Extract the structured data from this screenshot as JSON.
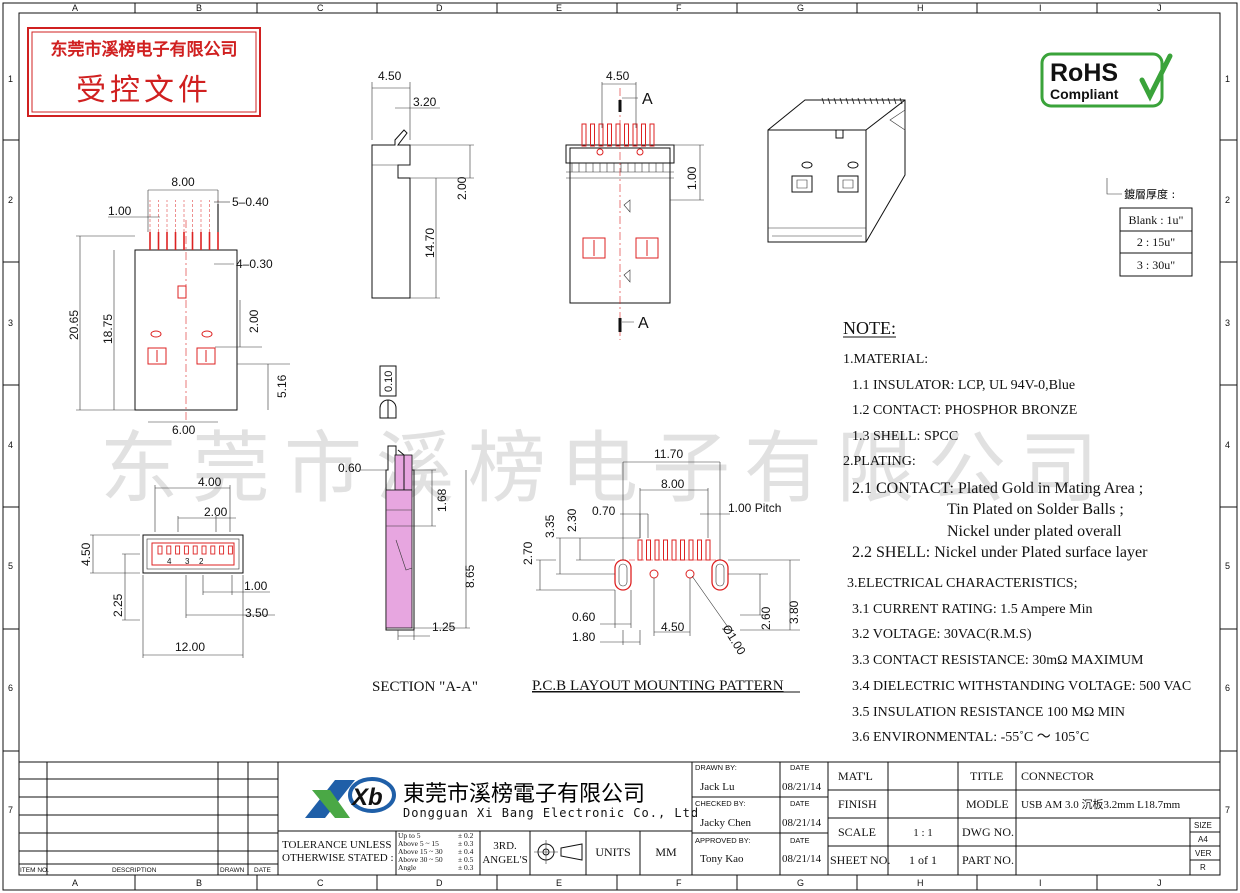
{
  "border": {
    "columns": [
      "A",
      "B",
      "C",
      "D",
      "E",
      "F",
      "G",
      "H",
      "I",
      "J"
    ],
    "rows": [
      "1",
      "2",
      "3",
      "4",
      "5",
      "6",
      "7"
    ]
  },
  "stamp": {
    "company": "东莞市溪榜电子有限公司",
    "text": "受控文件",
    "color": "#d02020"
  },
  "watermark": "东莞市溪榜电子有限公司",
  "rohs": {
    "line1": "RoHS",
    "line2": "Compliant",
    "color": "#3aa33a"
  },
  "plating_table": {
    "title": "鍍層厚度 :",
    "rows": [
      "Blank : 1u\"",
      "2 : 15u\"",
      "3 : 30u\""
    ]
  },
  "top_view": {
    "dims": [
      "8.00",
      "5–0.40",
      "1.00",
      "4–0.30",
      "20.65",
      "18.75",
      "2.00",
      "5.16",
      "6.00"
    ]
  },
  "side_view": {
    "dims": [
      "4.50",
      "3.20",
      "2.00",
      "14.70"
    ]
  },
  "front_top_view": {
    "dims": [
      "4.50",
      "1.00"
    ],
    "section_marks": [
      "A",
      "A"
    ]
  },
  "end_view": {
    "dims": [
      "4.00",
      "2.00",
      "4.50",
      "2.25",
      "1.00",
      "3.50",
      "12.00"
    ],
    "pin_labels": [
      "4",
      "3",
      "2"
    ]
  },
  "section": {
    "title": "SECTION \"A-A\"",
    "dims": [
      "0.10",
      "0.60",
      "1.68",
      "8.65",
      "1.25"
    ]
  },
  "pcb": {
    "title": "P.C.B LAYOUT MOUNTING PATTERN",
    "dims": [
      "11.70",
      "8.00",
      "1.00 Pitch",
      "0.70",
      "2.30",
      "3.35",
      "2.70",
      "0.60",
      "1.80",
      "4.50",
      "2.60",
      "3.80",
      "Ø1.00"
    ]
  },
  "notes": {
    "heading": "NOTE:",
    "lines": [
      "1.MATERIAL:",
      "1.1 INSULATOR: LCP, UL 94V-0,Blue",
      "1.2 CONTACT: PHOSPHOR BRONZE",
      "1.3 SHELL: SPCC",
      "2.PLATING:",
      "2.1 CONTACT: Plated Gold in Mating Area ;",
      "Tin Plated on Solder Balls ;",
      "Nickel under plated overall",
      "2.2 SHELL: Nickel under Plated surface layer",
      "3.ELECTRICAL CHARACTERISTICS;",
      "3.1 CURRENT RATING: 1.5 Ampere Min",
      "3.2  VOLTAGE: 30VAC(R.M.S)",
      "3.3 CONTACT RESISTANCE: 30mΩ MAXIMUM",
      "3.4 DIELECTRIC WITHSTANDING VOLTAGE: 500 VAC",
      "3.5 INSULATION RESISTANCE 100 MΩ MIN",
      "3.6 ENVIRONMENTAL: -55˚C ～ 105˚C"
    ]
  },
  "title_block": {
    "rev_headers": [
      "ITEM NO.",
      "DESCRIPTION",
      "DRAWN",
      "DATE"
    ],
    "logo_letters": "Xb",
    "company_cn": "東莞市溪榜電子有限公司",
    "company_en": "Dongguan Xi Bang Electronic Co., Ltd",
    "tolerance_label_1": "TOLERANCE UNLESS",
    "tolerance_label_2": "OTHERWISE STATED :",
    "tolerance_rows": [
      {
        "range": "Up  to  5",
        "tol": "± 0.2"
      },
      {
        "range": "Above 5  ~ 15",
        "tol": "± 0.3"
      },
      {
        "range": "Above 15 ~ 30",
        "tol": "± 0.4"
      },
      {
        "range": "Above 30 ~ 50",
        "tol": "± 0.5"
      },
      {
        "range": "Angle",
        "tol": "± 0.3"
      }
    ],
    "angle_label_1": "3RD.",
    "angle_label_2": "ANGEL'S",
    "units_label": "UNITS",
    "units_value": "MM",
    "drawn_label": "DRAWN BY:",
    "drawn_name": "Jack  Lu",
    "drawn_date": "08/21/14",
    "checked_label": "CHECKED BY:",
    "checked_name": "Jacky Chen",
    "checked_date": "08/21/14",
    "approved_label": "APPROVED BY:",
    "approved_name": "Tony Kao",
    "approved_date": "08/21/14",
    "date_label": "DATE",
    "matl_label": "MAT'L",
    "finish_label": "FINISH",
    "scale_label": "SCALE",
    "scale_value": "1 : 1",
    "sheet_label": "SHEET NO.",
    "sheet_value": "1 of 1",
    "title_label": "TITLE",
    "title_value": "CONNECTOR",
    "model_label": "MODLE",
    "model_value": "USB AM 3.0 沉板3.2mm L18.7mm",
    "dwg_label": "DWG NO.",
    "part_label": "PART NO.",
    "size_label": "SIZE",
    "size_value": "A4",
    "ver_label": "VER",
    "ver_value": "R"
  }
}
